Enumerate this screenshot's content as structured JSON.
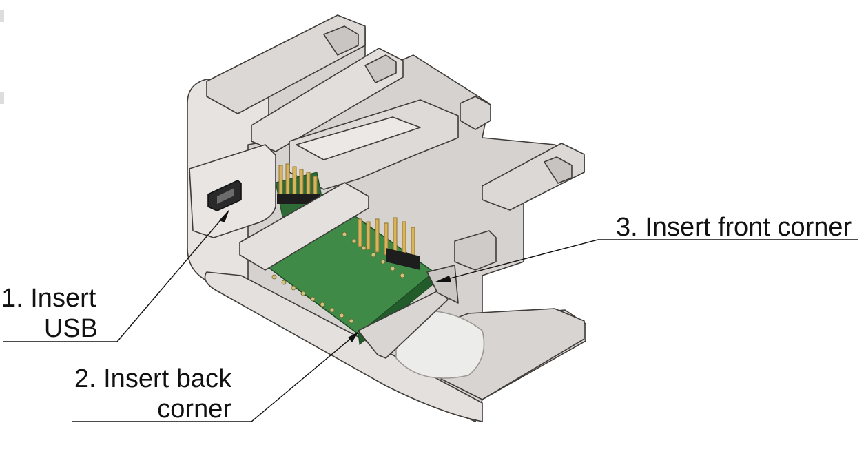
{
  "callouts": {
    "step1": {
      "line1": "1. Insert",
      "line2": "USB"
    },
    "step2": {
      "line1": "2. Insert back",
      "line2": "corner"
    },
    "step3": {
      "line1": "3. Insert front corner"
    }
  },
  "colors": {
    "shell": "#d4d0cd",
    "shell_light": "#e4e1de",
    "shell_dark": "#a9a4a0",
    "shell_edge": "#3f3c3a",
    "pcb": "#3f8a47",
    "pcb_dark": "#235c2b",
    "pin_gold": "#d8b35a",
    "header_black": "#1d1d1d",
    "leader": "#111111"
  }
}
